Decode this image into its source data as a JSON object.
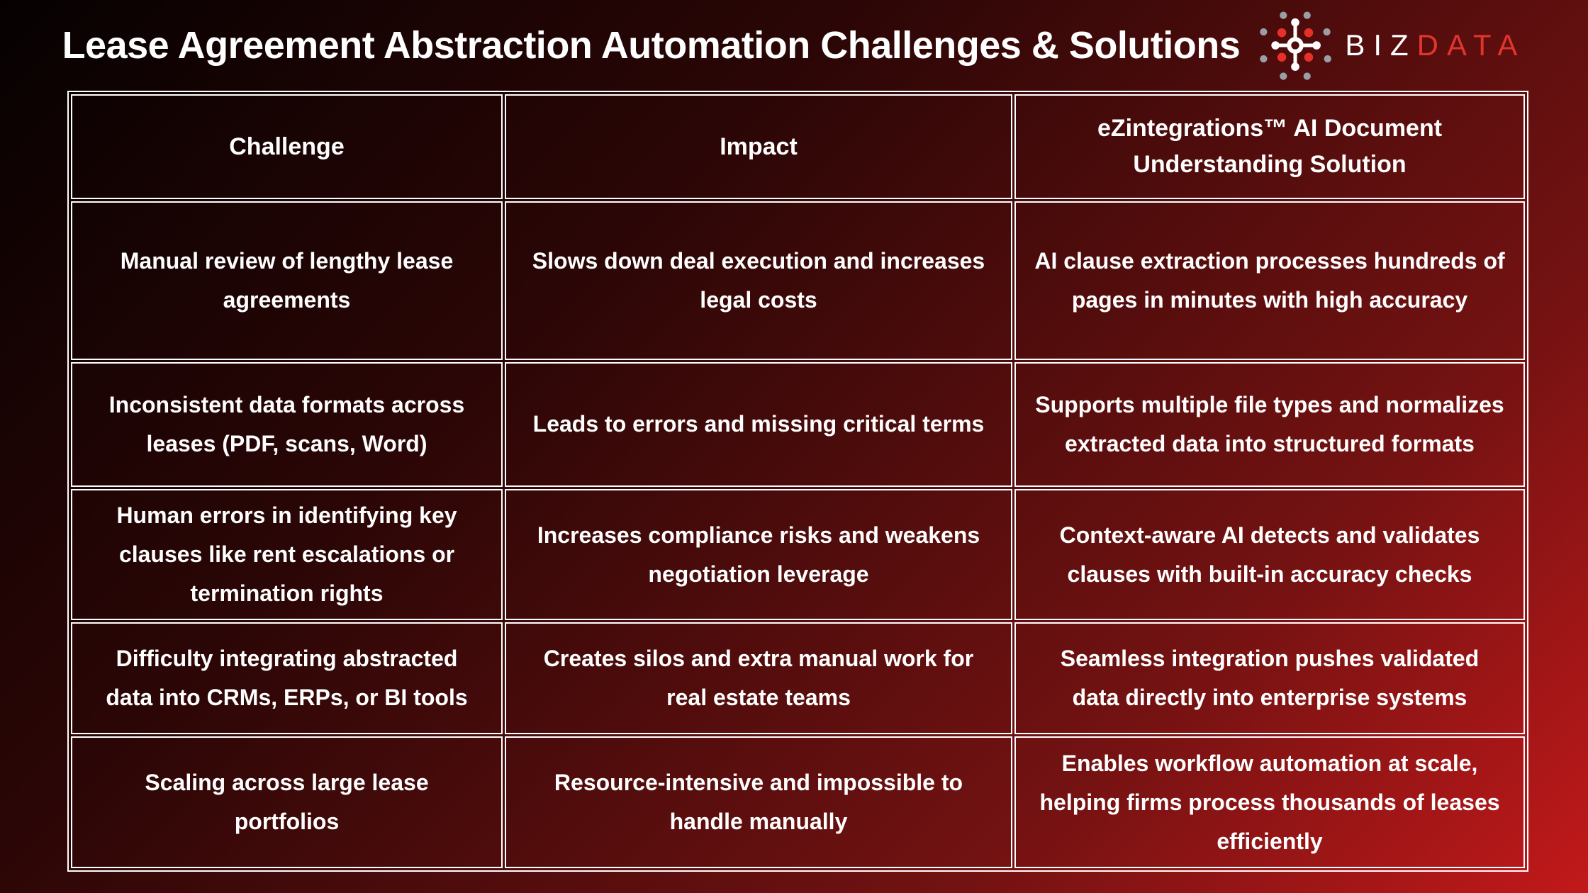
{
  "header": {
    "title": "Lease Agreement Abstraction Automation Challenges & Solutions",
    "brand_biz": "BIZ",
    "brand_data": "DATA"
  },
  "logo": {
    "name": "bizdata-hub-logo",
    "dot_red": "#e73128",
    "dot_gray": "#98a0a6",
    "hub_white": "#ffffff"
  },
  "colors": {
    "bg-dark": "#060101",
    "bg-red": "#c2191a",
    "brand-red": "#e0352c",
    "dot-red": "#e73128",
    "dot-gray": "#98a0a6",
    "text": "#ffffff",
    "border": "#ffffff"
  },
  "table": {
    "columns": [
      "Challenge",
      "Impact",
      "eZintegrations™ AI Document Understanding Solution"
    ],
    "rows": [
      [
        "Manual review of lengthy lease agreements",
        "Slows down deal execution and increases legal costs",
        "AI clause extraction processes hundreds of pages in minutes with high accuracy"
      ],
      [
        "Inconsistent data formats across leases (PDF, scans, Word)",
        "Leads to errors and missing critical terms",
        "Supports multiple file types and normalizes extracted data into structured formats"
      ],
      [
        "Human errors in identifying key clauses like rent escalations or termination rights",
        "Increases compliance risks and weakens negotiation leverage",
        "Context-aware AI detects and validates clauses with built-in accuracy checks"
      ],
      [
        "Difficulty integrating abstracted data into CRMs, ERPs, or BI tools",
        "Creates silos and extra manual work for real estate teams",
        "Seamless integration pushes validated data directly into enterprise systems"
      ],
      [
        "Scaling across large lease portfolios",
        "Resource-intensive and impossible to handle manually",
        "Enables workflow automation at scale, helping firms process thousands of leases efficiently"
      ]
    ]
  }
}
